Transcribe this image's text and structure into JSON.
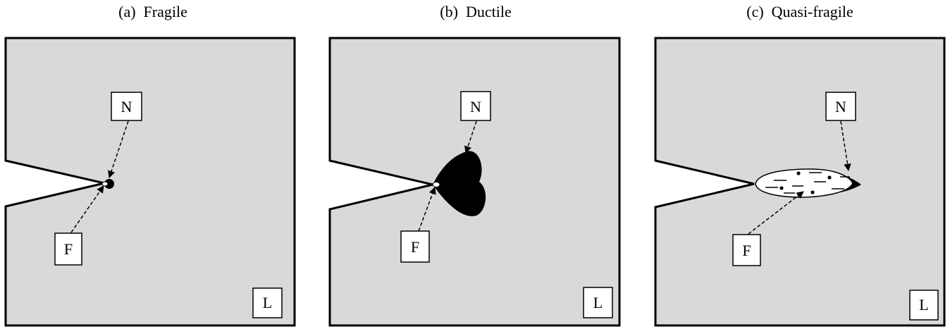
{
  "colors": {
    "specimen": "#d9d9d9",
    "outline": "#000000",
    "zone": "#000000",
    "process": "#ffffff"
  },
  "panels": [
    {
      "caption": "(a)  Fragile",
      "labels": {
        "n": "N",
        "f": "F",
        "l": "L"
      }
    },
    {
      "caption": "(b)  Ductile",
      "labels": {
        "n": "N",
        "f": "F",
        "l": "L"
      }
    },
    {
      "caption": "(c)  Quasi-fragile",
      "labels": {
        "n": "N",
        "f": "F",
        "l": "L"
      }
    }
  ]
}
